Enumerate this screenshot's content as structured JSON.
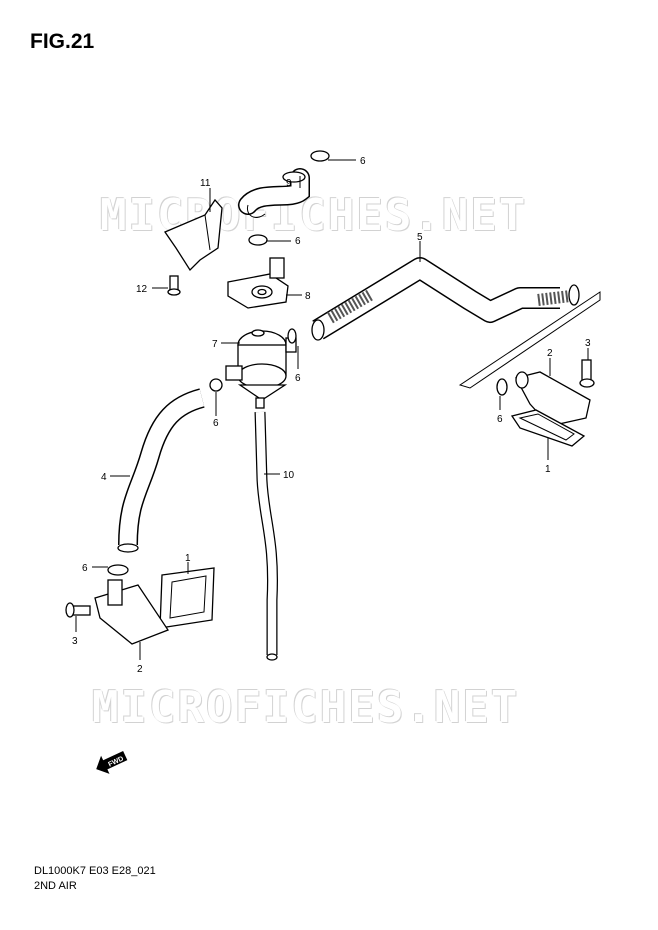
{
  "figure": {
    "title": "FIG.21"
  },
  "footer": {
    "model_code": "DL1000K7 E03 E28_021",
    "section": "2ND AIR"
  },
  "watermark": {
    "text": "MICROFICHES.NET"
  },
  "badge": {
    "text": "FWD"
  },
  "callouts": {
    "c6_top": "6",
    "c9": "9",
    "c11": "11",
    "c6_b": "6",
    "c5": "5",
    "c12": "12",
    "c8": "8",
    "c7": "7",
    "c6_c": "6",
    "c3_right": "3",
    "c2_right": "2",
    "c6_right": "6",
    "c1_right": "1",
    "c6_d": "6",
    "c4": "4",
    "c10": "10",
    "c6_left": "6",
    "c1_left": "1",
    "c3_left": "3",
    "c2_left": "2"
  }
}
